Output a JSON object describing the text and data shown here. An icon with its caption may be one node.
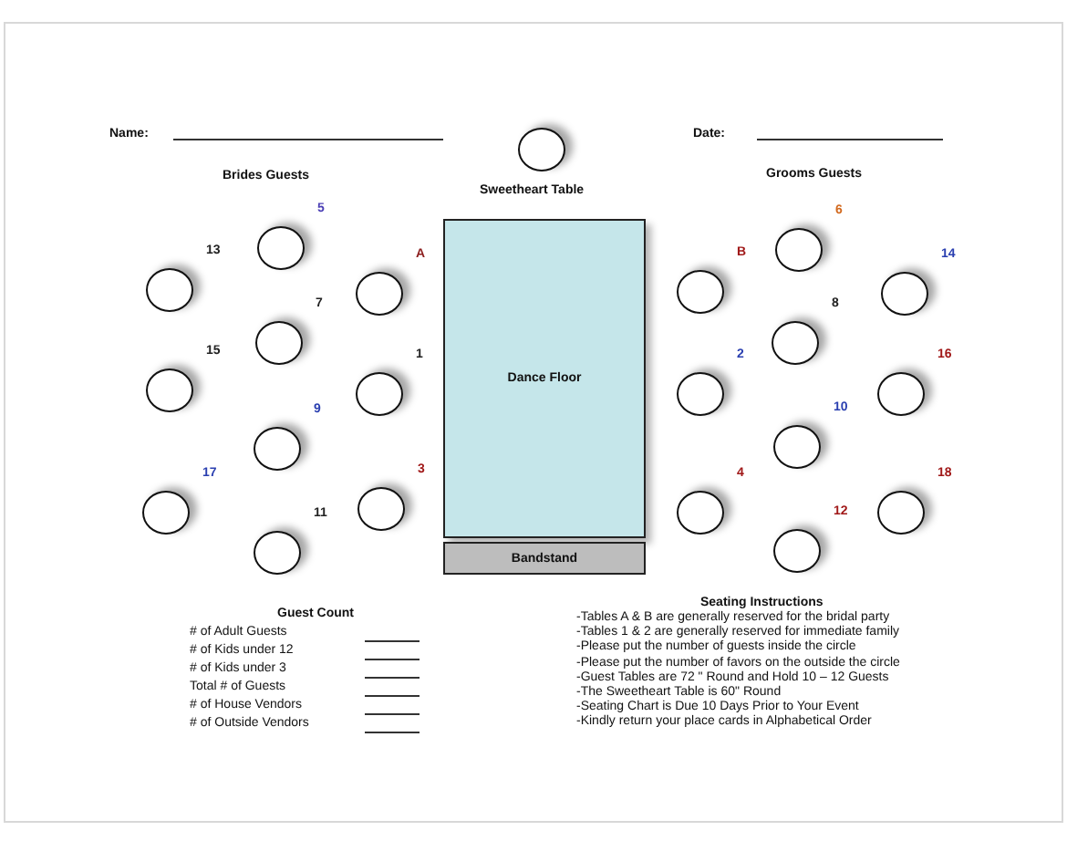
{
  "diagram": {
    "nodes": [
      {
        "text": [],
        "shape": "circle",
        "beside": [
          "Sweetheart Table"
        ]
      },
      {
        "text": [],
        "shape": "circle",
        "beside": [
          "13"
        ]
      },
      {
        "text": [],
        "shape": "circle",
        "beside": [
          "5"
        ]
      },
      {
        "text": [],
        "shape": "circle",
        "beside": [
          "A"
        ]
      },
      {
        "text": [],
        "shape": "circle",
        "beside": [
          "7"
        ]
      },
      {
        "text": [],
        "shape": "circle",
        "beside": [
          "15"
        ]
      },
      {
        "text": [],
        "shape": "circle",
        "beside": [
          "1"
        ]
      },
      {
        "text": [],
        "shape": "circle",
        "beside": [
          "9"
        ]
      },
      {
        "text": [],
        "shape": "circle",
        "beside": [
          "17"
        ]
      },
      {
        "text": [],
        "shape": "circle",
        "beside": [
          "3"
        ]
      },
      {
        "text": [],
        "shape": "circle",
        "beside": [
          "11"
        ]
      },
      {
        "text": [
          "Dance Floor"
        ]
      },
      {
        "text": [
          "Bandstand"
        ]
      },
      {
        "text": [],
        "shape": "circle",
        "beside": [
          "B"
        ]
      },
      {
        "text": [],
        "shape": "circle",
        "beside": [
          "6"
        ]
      },
      {
        "text": [],
        "shape": "circle",
        "beside": [
          "14"
        ]
      },
      {
        "text": [],
        "shape": "circle",
        "beside": [
          "8"
        ]
      },
      {
        "text": [],
        "shape": "circle",
        "beside": [
          "2"
        ]
      },
      {
        "text": [],
        "shape": "circle",
        "beside": [
          "16"
        ]
      },
      {
        "text": [],
        "shape": "circle",
        "beside": [
          "10"
        ]
      },
      {
        "text": [],
        "shape": "circle",
        "beside": [
          "4"
        ]
      },
      {
        "text": [],
        "shape": "circle",
        "beside": [
          "18"
        ]
      },
      {
        "text": [],
        "shape": "circle",
        "beside": [
          "12"
        ]
      }
    ],
    "labels": [
      "Name:",
      "Date:",
      "Brides Guests",
      "Grooms Guests",
      "Guest Count",
      "# of Adult Guests",
      "# of Kids under 12",
      "# of Kids under 3",
      "Total # of Guests",
      "# of  House Vendors",
      "# of  Outside Vendors",
      "Seating Instructions",
      "-Tables A & B are generally reserved for the bridal party",
      "-Tables 1 & 2 are generally reserved for immediate family",
      "-Please put the number of guests inside the circle",
      "-Please put the number of favors on the outside the circle",
      "-Guest Tables are 72 \" Round and Hold 10 – 12 Guests",
      "-The Sweetheart Table is 60\" Round",
      "-Seating Chart is Due 10 Days Prior to Your Event",
      "-Kindly return your place cards in Alphabetical Order"
    ]
  }
}
